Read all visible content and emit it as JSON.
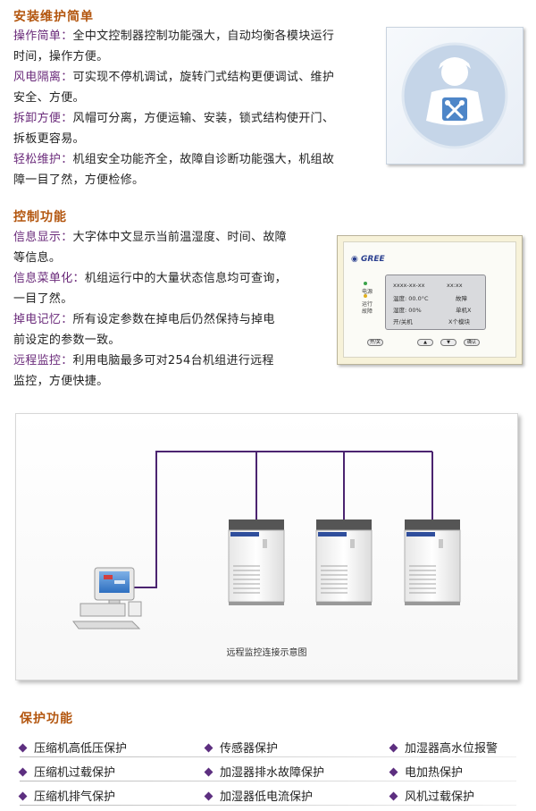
{
  "install": {
    "title": "安装维护简单",
    "items": [
      {
        "term": "操作简单：",
        "line1": "全中文控制器控制功能强大，自动均衡各模块运行",
        "line2": "时间，操作方便。"
      },
      {
        "term": "风电隔离：",
        "line1": "可实现不停机调试，旋转门式结构更便调试、维护",
        "line2": "安全、方便。"
      },
      {
        "term": "拆卸方便：",
        "line1": "风帽可分离，方便运输、安装，锁式结构使开门、",
        "line2": "拆板更容易。"
      },
      {
        "term": "轻松维护：",
        "line1": "机组安全功能齐全，故障自诊断功能强大，机组故",
        "line2": "障一目了然，方便检修。"
      }
    ]
  },
  "control": {
    "title": "控制功能",
    "items": [
      {
        "term": "信息显示：",
        "line1": "大字体中文显示当前温湿度、时间、故障",
        "line2": "等信息。"
      },
      {
        "term": "信息菜单化：",
        "line1": "机组运行中的大量状态信息均可查询，",
        "line2": "一目了然。"
      },
      {
        "term": "掉电记忆：",
        "line1": "所有设定参数在掉电后仍然保持与掉电",
        "line2": "前设定的参数一致。"
      },
      {
        "term": "远程监控：",
        "line1": "利用电脑最多可对254台机组进行远程",
        "line2": "监控，方便快捷。"
      }
    ]
  },
  "controller": {
    "brand": "GREE",
    "date": "xxxx-xx-xx",
    "time": "xx:xx",
    "temp": "温度: 00.0°C",
    "fault": "故障",
    "humid": "湿度: 00%",
    "unit": "单机X",
    "onoff": "开/关机",
    "modules": "X个模块",
    "side_labels": [
      "电源",
      "运行",
      "故障"
    ],
    "buttons": [
      "开/关",
      "▲",
      "▼",
      "确认"
    ]
  },
  "diagram": {
    "caption": "远程监控连接示意图"
  },
  "protection": {
    "title": "保护功能",
    "rows": [
      [
        "压缩机高低压保护",
        "传感器保护",
        "加湿器高水位报警"
      ],
      [
        "压缩机过载保护",
        "加湿器排水故障保护",
        "电加热保护"
      ],
      [
        "压缩机排气保护",
        "加湿器低电流保护",
        "风机过载保护"
      ]
    ]
  },
  "colors": {
    "heading": "#b3560f",
    "term": "#6a2a7a",
    "bullet": "#5d2f80",
    "network_line": "#4b2470"
  }
}
